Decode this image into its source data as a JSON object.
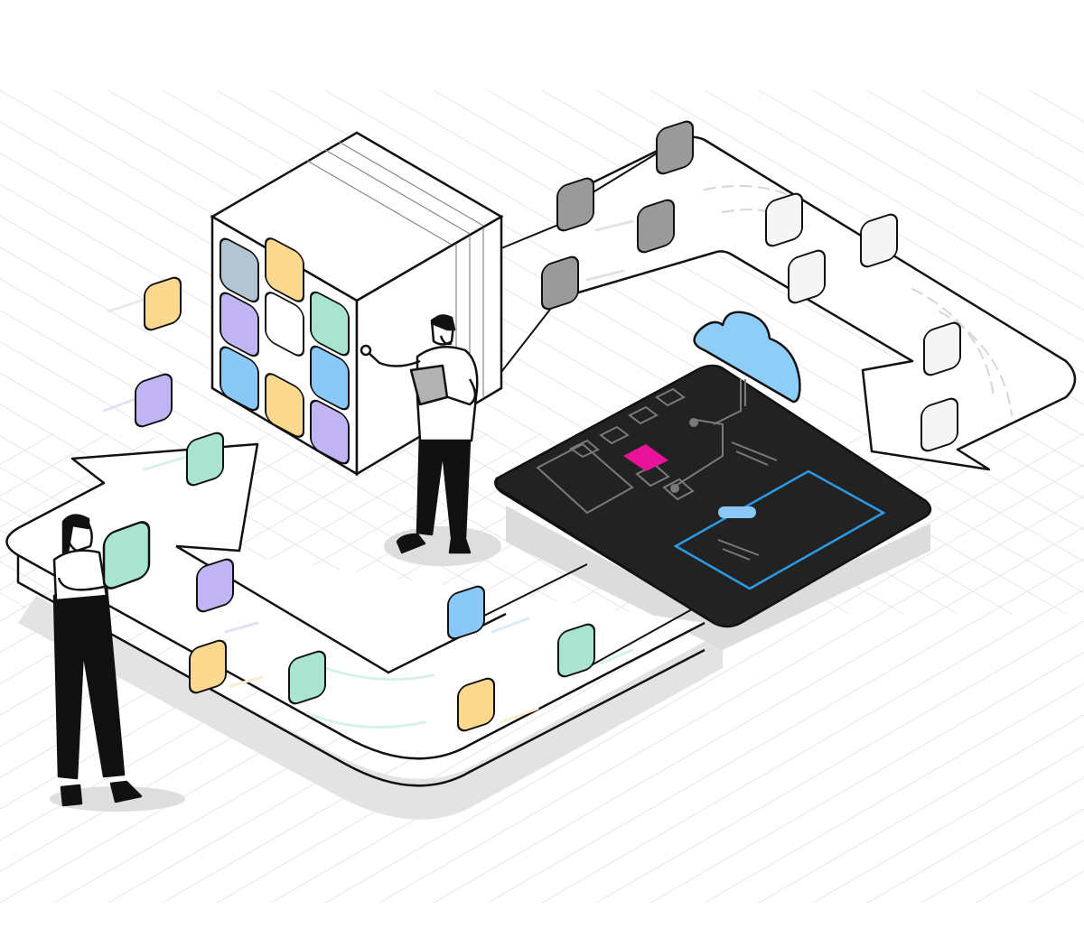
{
  "colors": {
    "outline": "#111111",
    "grid": "#e6e6e6",
    "shadow": "#dddddd",
    "board": "#222222",
    "board_outline": "#6e6e6e",
    "board_accent_blue": "#2b9be8",
    "board_accent_magenta": "#e8139a",
    "cloud": "#8ecdf7",
    "tile_yellow": "#fad98f",
    "tile_purple": "#c1b4f3",
    "tile_green": "#a8e4cf",
    "tile_blue": "#8ac9f7",
    "tile_slate": "#b3c5d3",
    "tile_gray": "#9a9a9a",
    "tile_white": "#f5f5f5",
    "skin": "#ffffff",
    "clothing_dark": "#111111"
  },
  "icons": {
    "cloud": "cloud-icon",
    "server_cube": "storage-cube-icon",
    "circuit_board": "circuit-board-icon",
    "data_tile": "data-tile-icon"
  },
  "scene": {
    "figures": [
      "person-holding-tablet",
      "person-holding-tile"
    ],
    "cube_tile_colors": [
      "slate",
      "yellow",
      "purple",
      "yellow",
      "green",
      "blue",
      "blue",
      "yellow",
      "purple"
    ]
  }
}
